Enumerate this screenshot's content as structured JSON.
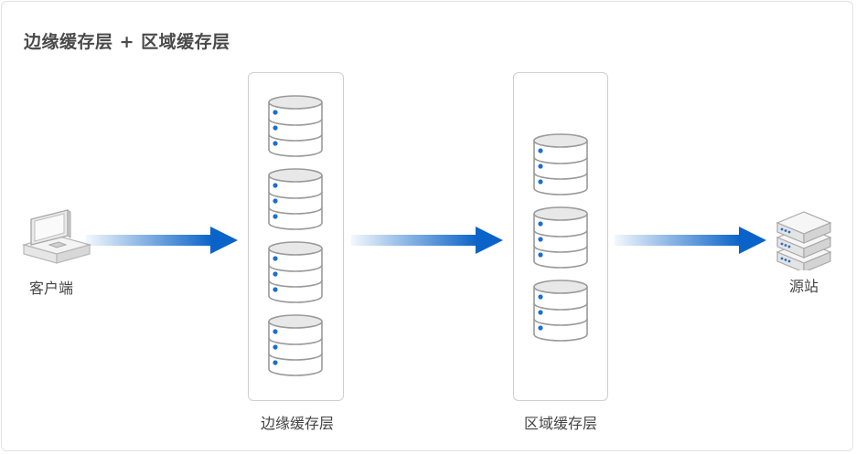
{
  "title": "边缘缓存层 + 区域缓存层",
  "nodes": {
    "client": {
      "label": "客户端",
      "icon": "computer-icon"
    },
    "edge": {
      "label": "边缘缓存层",
      "icon": "database-icon",
      "db_count": 4
    },
    "region": {
      "label": "区域缓存层",
      "icon": "database-icon",
      "db_count": 3
    },
    "origin": {
      "label": "源站",
      "icon": "server-stack-icon"
    }
  },
  "arrows": [
    {
      "from": "client",
      "to": "edge"
    },
    {
      "from": "edge",
      "to": "region"
    },
    {
      "from": "region",
      "to": "origin"
    }
  ],
  "colors": {
    "arrow": "#0a63c8",
    "db_dot": "#1a6fd0",
    "title": "#4a4a4a",
    "label": "#444444",
    "border": "#cfcfcf"
  }
}
